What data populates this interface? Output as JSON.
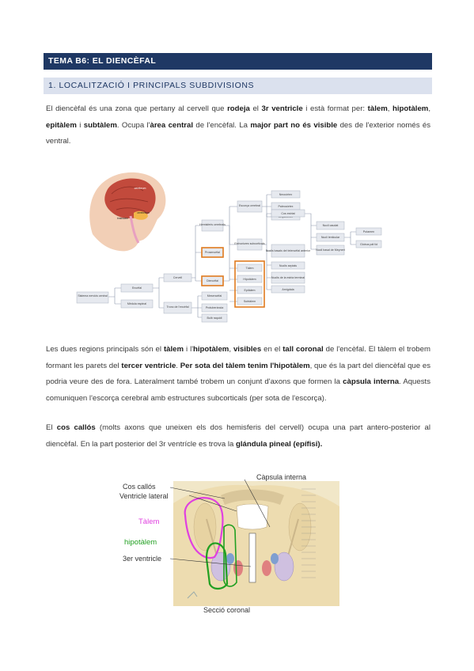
{
  "header": {
    "title": "TEMA B6: EL DIENCÈFAL",
    "section": "1. LOCALITZACIÓ I PRINCIPALS SUBDIVISIONS"
  },
  "para1": {
    "t1": "El diencèfal és una zona que pertany al cervell que ",
    "b1": "rodeja",
    "t2": " el ",
    "b2": "3r ventricle",
    "t3": " i està format per: ",
    "b3": "tàlem",
    "t4": ", ",
    "b4": "hipotàlem",
    "t5": ", ",
    "b5": "epitàlem",
    "t6": " i ",
    "b6": "subtàlem",
    "t7": ". Ocupa l'",
    "b7": "àrea central",
    "t8": " de l'encèfal. La ",
    "b8": "major part no és visible",
    "t9": " des de l'exterior només és ventral."
  },
  "brain_figure": {
    "labels": {
      "cerebrum": "cerebrum",
      "cerebellum": "cerebellum",
      "brainstem": "brainstem"
    }
  },
  "diagram": {
    "nodes": {
      "snc": "Sistema nerviós central",
      "encefal": "Encèfal",
      "medula": "Mèdula espinal",
      "cervell": "Cervell",
      "tronc": "Tronc de l'encèfal",
      "prosencefal": "Prosencèfal",
      "hemisferis": "Hemisferis cerebrals",
      "diencefal": "Diencèfal",
      "mesencefal": "Mesencèfal",
      "protuberancia": "Protuberància",
      "bulb": "Bulb raquidi",
      "escorca": "Escorça cerebral",
      "estructures": "Estructures subcorticals",
      "neocortex": "Neocòrtex",
      "paleocortex": "Paleocòrtex",
      "arquicortex": "Arquicòrtex",
      "cos_estriat": "Cos estriat",
      "nuclis_basals": "Nuclis basals del telencèfal anterior",
      "nuclis_septals": "Nuclis septals",
      "nuclis_estria": "Nuclis de la estria terminal",
      "amigdala": "Amígdala",
      "talem": "Tàlem",
      "hipotalem": "Hipotàlem",
      "epitalem": "Epitàlem",
      "subtalem": "Subtàlem",
      "caudat": "Nucli caudat",
      "lenticular": "Nucli lenticular",
      "meynert": "Nucli basal de Meynert",
      "putamen": "Putamen",
      "globus": "Globus pàl·lid"
    }
  },
  "para2": {
    "t1": "Les dues regions principals són el ",
    "b1": "tàlem",
    "t2": " i l'",
    "b2": "hipotàlem",
    "t3": ", ",
    "b3": "visibles",
    "t4": " en el ",
    "b4": "tall coronal",
    "t5": " de l'encèfal. El tàlem el trobem formant les parets del ",
    "b5": "tercer ventricle",
    "t6": ". ",
    "b6": "Per sota del tàlem tenim l'hipotàlem",
    "t7": ", que és la part del diencèfal que es podria veure des de fora. Lateralment també trobem un conjunt d'axons que formen la ",
    "b7": "càpsula interna",
    "t8": ". Aquests comuniquen l'escorça cerebral amb estructures subcorticals (per sota de l'escorça)."
  },
  "para3": {
    "t1": "El ",
    "b1": "cos callós",
    "t2": " (molts axons que uneixen els dos hemisferis del cervell) ocupa una part antero-posterior al diencèfal. En la part posterior del 3r ventrícle es trova la ",
    "b2": "glándula pineal (epífisi).",
    "t3": ""
  },
  "anatomy_figure": {
    "labels": {
      "cos_callos": "Cos callós",
      "ventricle_lateral": "Ventricle lateral",
      "talem": "Tàlem",
      "hipotalem": "hipotàlem",
      "tercer_ventricle": "3er ventricle",
      "capsula_interna": "Càpsula interna",
      "seccio_coronal": "Secció coronal"
    },
    "colors": {
      "talem": "#e040e0",
      "hipotalem": "#22a022",
      "ventricle": "#333333"
    }
  },
  "colors": {
    "banner_main": "#1f3864",
    "banner_sub": "#dbe1ee",
    "highlight": "#e07b1f"
  }
}
